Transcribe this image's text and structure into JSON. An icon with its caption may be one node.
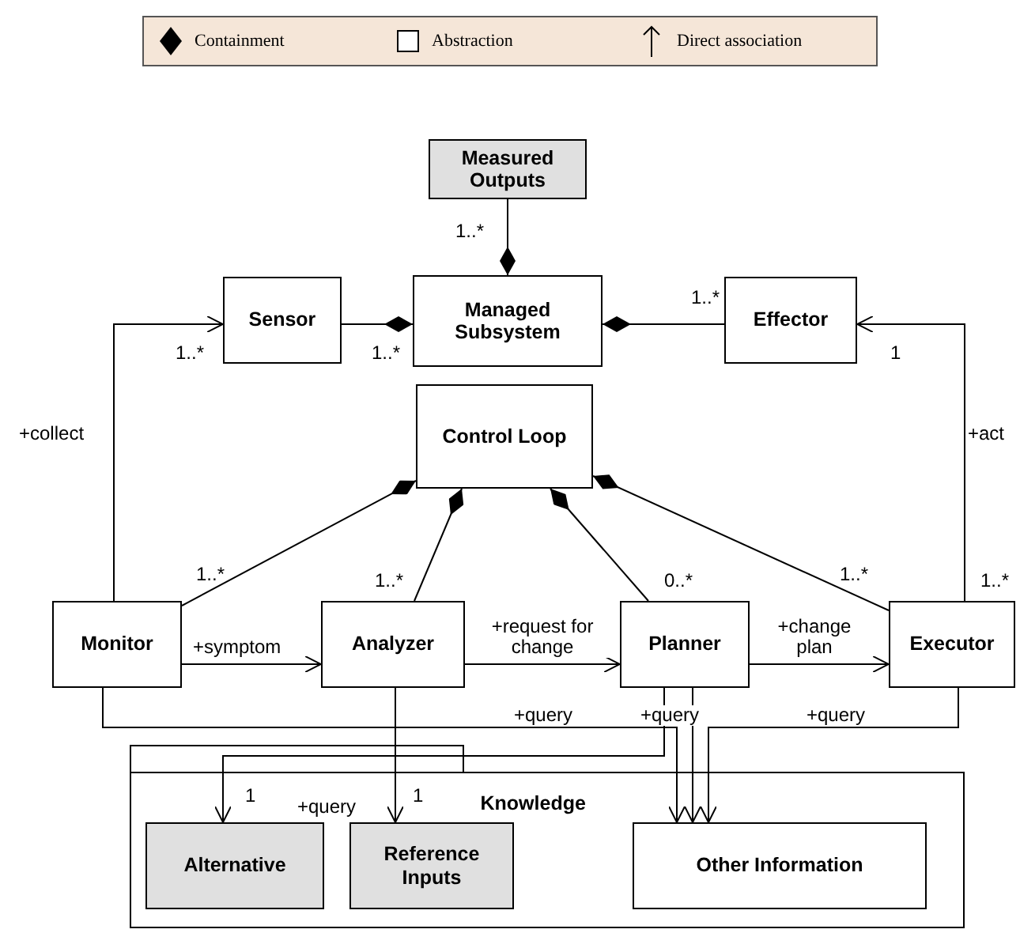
{
  "diagram": {
    "nodes": [
      {
        "text": [
          "Measured Outputs"
        ]
      },
      {
        "text": [
          "Sensor"
        ]
      },
      {
        "text": [
          "Managed Subsystem"
        ]
      },
      {
        "text": [
          "Effector"
        ]
      },
      {
        "text": [
          "Control Loop"
        ]
      },
      {
        "text": [
          "Monitor"
        ]
      },
      {
        "text": [
          "Analyzer"
        ]
      },
      {
        "text": [
          "Planner"
        ]
      },
      {
        "text": [
          "Executor"
        ]
      },
      {
        "text": [
          "Knowledge"
        ]
      },
      {
        "text": [
          "Alternative"
        ],
        "in": 9
      },
      {
        "text": [
          "Reference Inputs"
        ],
        "in": 9
      },
      {
        "text": [
          "Other Information"
        ],
        "in": 9
      }
    ],
    "edges": [
      {
        "from": 2,
        "to": 0,
        "arrow": "other"
      },
      {
        "from": 2,
        "to": 1,
        "arrow": "other"
      },
      {
        "from": 2,
        "to": 3,
        "arrow": "other"
      },
      {
        "from": 5,
        "to": 1,
        "arrow": "to",
        "label": "+collect"
      },
      {
        "from": 8,
        "to": 3,
        "arrow": "to",
        "label": "+act"
      },
      {
        "from": 4,
        "to": 5,
        "arrow": "other"
      },
      {
        "from": 4,
        "to": 6,
        "arrow": "other"
      },
      {
        "from": 4,
        "to": 7,
        "arrow": "other"
      },
      {
        "from": 4,
        "to": 8,
        "arrow": "other"
      },
      {
        "from": 5,
        "to": 6,
        "arrow": "to",
        "label": "+symptom"
      },
      {
        "from": 6,
        "to": 7,
        "arrow": "to",
        "label": "+request for change"
      },
      {
        "from": 7,
        "to": 8,
        "arrow": "to",
        "label": "+change plan"
      },
      {
        "from": 5,
        "to": 12,
        "arrow": "to",
        "label": "+query"
      },
      {
        "from": 7,
        "to": 10,
        "arrow": "to"
      },
      {
        "from": 7,
        "to": 12,
        "arrow": "to",
        "label": "+query"
      },
      {
        "from": 8,
        "to": 12,
        "arrow": "to",
        "label": "+query"
      },
      {
        "from": 6,
        "to": 11,
        "arrow": "to",
        "label": "+query"
      }
    ],
    "labels": [
      "1..*",
      "1..*",
      "1..*",
      "1..*",
      "1",
      "1..*",
      "1..*",
      "0..*",
      "1..*",
      "1..*",
      "1",
      "1"
    ],
    "legend": [
      {
        "text": "Containment"
      },
      {
        "text": "Abstraction"
      },
      {
        "text": "Direct association"
      }
    ]
  }
}
